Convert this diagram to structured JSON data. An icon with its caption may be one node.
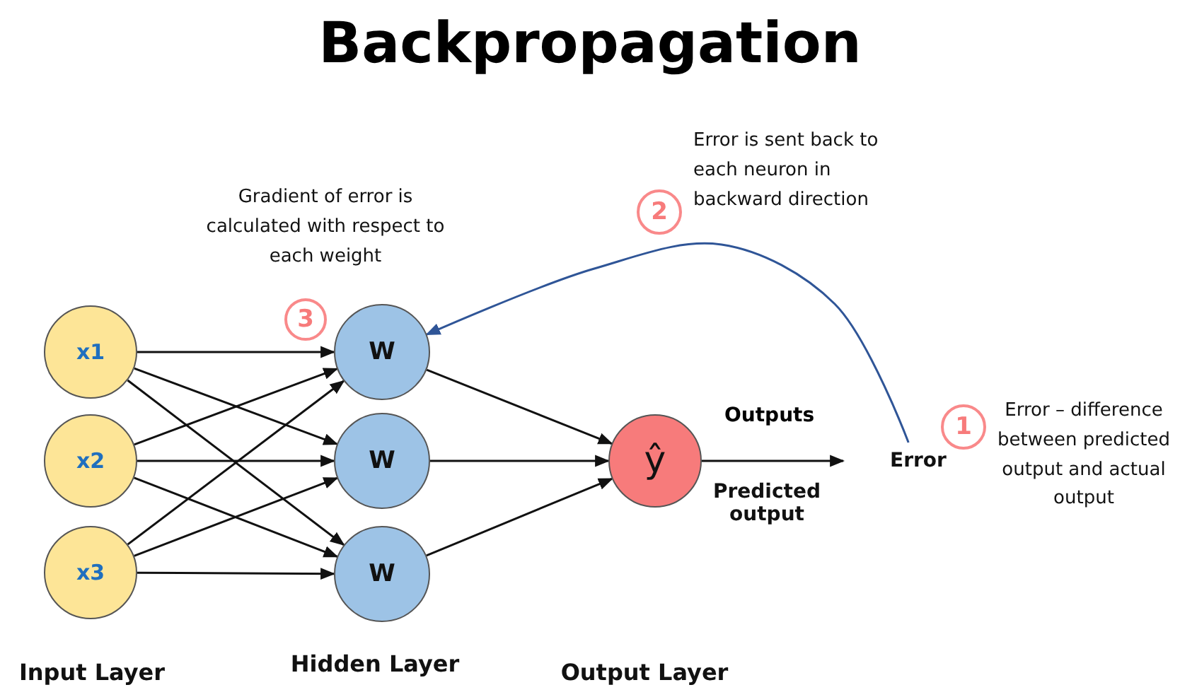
{
  "diagram": {
    "title": "Backpropagation",
    "nodes": [
      {
        "text": [
          "x1"
        ]
      },
      {
        "text": [
          "x2"
        ]
      },
      {
        "text": [
          "x3"
        ]
      },
      {
        "text": [
          "W"
        ]
      },
      {
        "text": [
          "W"
        ]
      },
      {
        "text": [
          "W"
        ]
      },
      {
        "text": [
          "ŷ"
        ]
      },
      {
        "text": [
          "Error"
        ]
      },
      {
        "text": [
          "3"
        ],
        "beside": [
          "Gradient of error is calculated with respect to each weight"
        ]
      },
      {
        "text": [
          "2"
        ],
        "beside": [
          "Error is sent back to each neuron in backward direction"
        ]
      },
      {
        "text": [
          "1"
        ],
        "beside": [
          "Error – difference between predicted output and actual output"
        ]
      }
    ],
    "edges": [
      {
        "from": 0,
        "to": 3,
        "arrow": "to"
      },
      {
        "from": 0,
        "to": 4,
        "arrow": "to"
      },
      {
        "from": 0,
        "to": 5,
        "arrow": "to"
      },
      {
        "from": 1,
        "to": 3,
        "arrow": "to"
      },
      {
        "from": 1,
        "to": 4,
        "arrow": "to"
      },
      {
        "from": 1,
        "to": 5,
        "arrow": "to"
      },
      {
        "from": 2,
        "to": 3,
        "arrow": "to"
      },
      {
        "from": 2,
        "to": 4,
        "arrow": "to"
      },
      {
        "from": 2,
        "to": 5,
        "arrow": "to"
      },
      {
        "from": 3,
        "to": 6,
        "arrow": "to"
      },
      {
        "from": 4,
        "to": 6,
        "arrow": "to"
      },
      {
        "from": 5,
        "to": 6,
        "arrow": "to"
      },
      {
        "from": 6,
        "to": 7,
        "arrow": "to",
        "label": "Outputs"
      },
      {
        "from": 7,
        "to": 3,
        "arrow": "to",
        "color": "#2f5597"
      }
    ],
    "labels": [
      "Predicted output",
      "Input Layer",
      "Hidden Layer",
      "Output Layer"
    ]
  }
}
